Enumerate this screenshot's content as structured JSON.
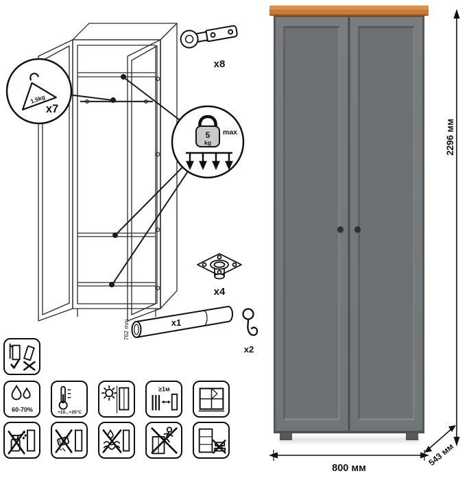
{
  "colors": {
    "line": "#1b1b1b",
    "door_gray": "#7a7d80",
    "panel_gray": "#6e7174",
    "top_trim": "#c87a38",
    "top_trim_light": "#dd9049",
    "top_trim_dark": "#96541b",
    "knob": "#2e3134"
  },
  "callouts": {
    "hanger": {
      "capacity": "1.5kg",
      "count": "x7"
    },
    "shelf_load": {
      "value": "5",
      "unit": "kg",
      "max_label": "max"
    }
  },
  "hardware": {
    "hinge_count": "x8",
    "foot_count": "x4",
    "rod_count": "x1",
    "rod_length": "762 mm",
    "hook_count": "x2"
  },
  "dimensions": {
    "height": "2296 мм",
    "width": "800 мм",
    "depth": "543 мм"
  },
  "care": {
    "humidity": "60-70%",
    "temperature": "+10...+25°C",
    "min_distance": "≥1м"
  }
}
